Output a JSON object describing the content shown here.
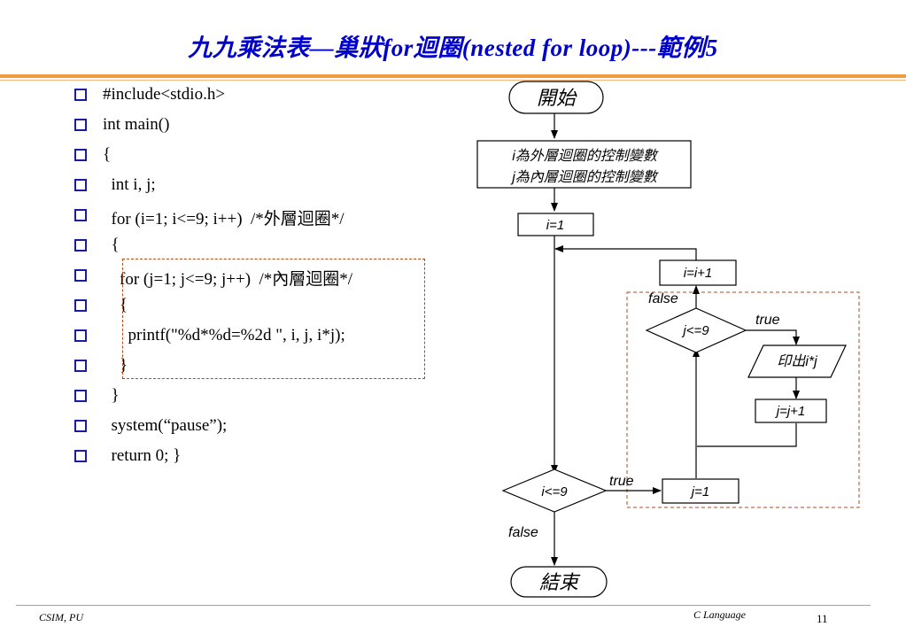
{
  "slide": {
    "title": "九九乘法表—巢狀for迴圈(nested for loop)---範例5",
    "accent_color": "#0000cc",
    "rule_color": "#f39a3f"
  },
  "code_lines": [
    "#include<stdio.h>",
    "int main()",
    "{",
    "  int i, j;",
    "  for (i=1; i<=9; i++)  /*外層迴圈*/",
    "  {",
    "    for (j=1; j<=9; j++)  /*內層迴圈*/",
    "    {",
    "      printf(\"%d*%d=%2d \", i, j, i*j);",
    "    }",
    "  }",
    "  system(“pause”);",
    "  return 0; }"
  ],
  "flowchart": {
    "start": "開始",
    "note_line1": "i為外層迴圈的控制變數",
    "note_line2": "j為內層迴圈的控制變數",
    "init_i": "i=1",
    "increment_i": "i=i+1",
    "cond_j": "j<=9",
    "print": "印出i*j",
    "increment_j": "j=j+1",
    "cond_i": "i<=9",
    "init_j": "j=1",
    "end": "結束",
    "label_true_j": "true",
    "label_false_j": "false",
    "label_true_i": "true",
    "label_false_i": "false"
  },
  "footer": {
    "left": "CSIM, PU",
    "middle": "C Language",
    "page": "11"
  }
}
